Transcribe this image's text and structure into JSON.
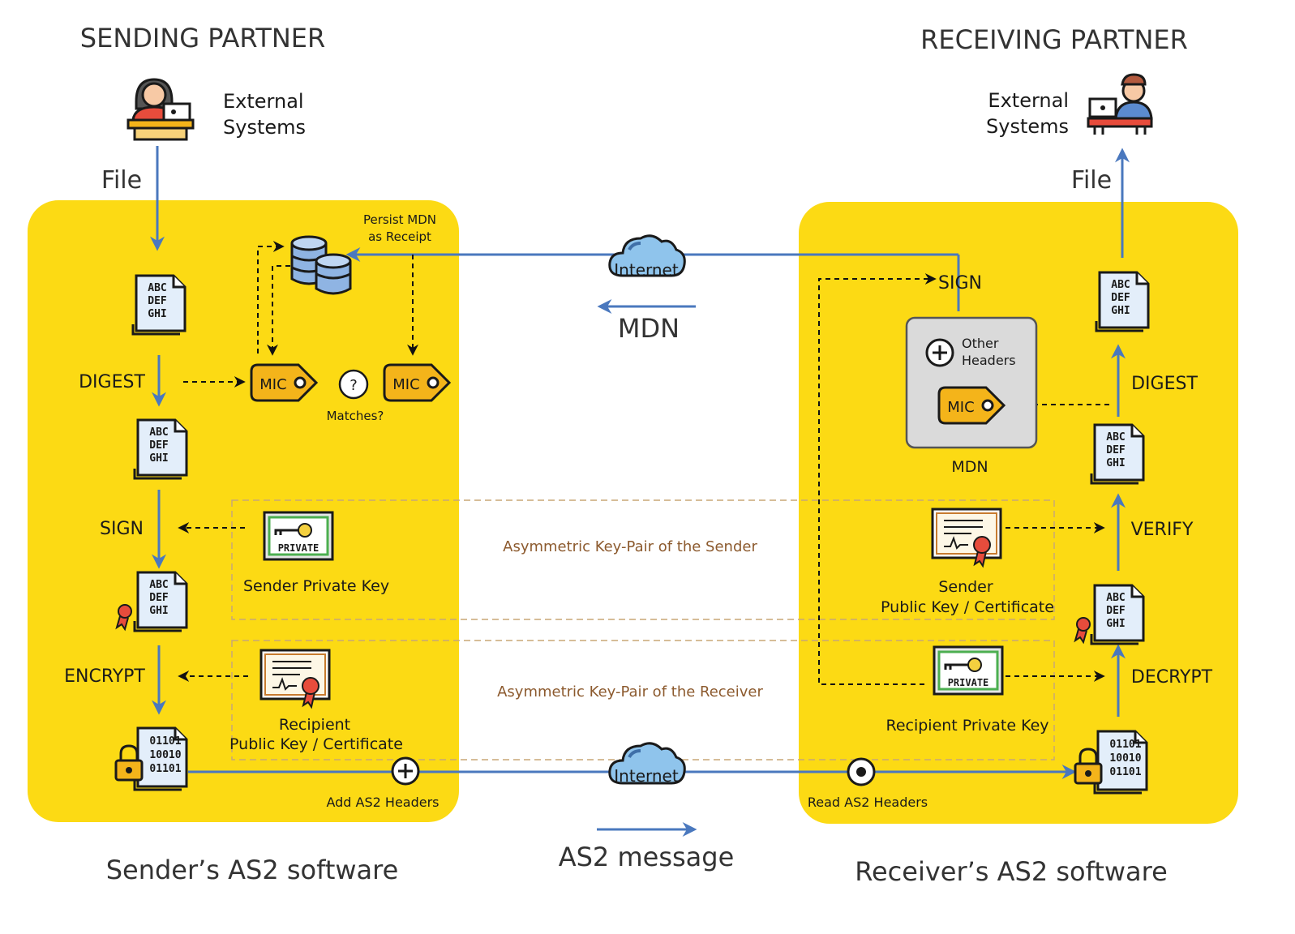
{
  "sending_partner": {
    "title": "SENDING PARTNER",
    "external_systems": [
      "External",
      "Systems"
    ],
    "file_label": "File",
    "software_label": "Sender’s AS2 software"
  },
  "receiving_partner": {
    "title": "RECEIVING PARTNER",
    "external_systems": [
      "External",
      "Systems"
    ],
    "file_label": "File",
    "software_label": "Receiver’s AS2 software"
  },
  "sender_steps": {
    "digest": "DIGEST",
    "sign": "SIGN",
    "encrypt": "ENCRYPT"
  },
  "receiver_steps": {
    "sign": "SIGN",
    "digest": "DIGEST",
    "verify": "VERIFY",
    "decrypt": "DECRYPT"
  },
  "persist_mdn": [
    "Persist MDN",
    "as Receipt"
  ],
  "mic_label": "MIC",
  "matches_label": "Matches?",
  "question_mark": "?",
  "internet_label": "Internet",
  "mdn_arrow_label": "MDN",
  "as2_message_label": "AS2 message",
  "mdn_box": {
    "other_headers": [
      "Other",
      "Headers"
    ],
    "caption": "MDN"
  },
  "keys": {
    "private_badge": "PRIVATE",
    "sender_private_key": "Sender Private Key",
    "recipient_public_key": [
      "Recipient",
      "Public Key / Certificate"
    ],
    "sender_public_key": [
      "Sender",
      "Public Key / Certificate"
    ],
    "recipient_private_key": "Recipient Private Key"
  },
  "keypair_sender": "Asymmetric Key-Pair of the Sender",
  "keypair_receiver": "Asymmetric Key-Pair of the Receiver",
  "add_headers": "Add AS2 Headers",
  "read_headers": "Read AS2 Headers",
  "doc_plain_lines": [
    "ABC",
    "DEF",
    "GHI"
  ],
  "doc_binary_lines": [
    "01101",
    "10010",
    "01101"
  ],
  "colors": {
    "panel": "#FCDA14",
    "arrow": "#4A78BE",
    "mic_tag": "#F4B41A",
    "keypair_text": "#8C5A2E"
  }
}
